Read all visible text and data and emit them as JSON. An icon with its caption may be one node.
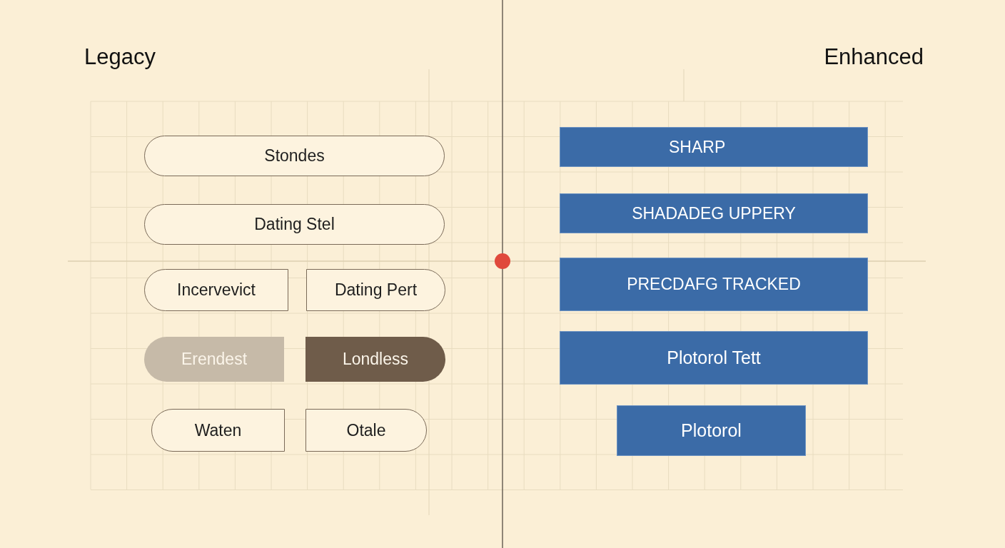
{
  "diagram": {
    "nodes": [
      {
        "text": [
          "Stondes"
        ]
      },
      {
        "text": [
          "Dating Stel"
        ]
      },
      {
        "text": [
          "Incervevict"
        ]
      },
      {
        "text": [
          "Dating Pert"
        ]
      },
      {
        "text": [
          "Erendest"
        ]
      },
      {
        "text": [
          "Londless"
        ]
      },
      {
        "text": [
          "Waten"
        ]
      },
      {
        "text": [
          "Otale"
        ]
      },
      {
        "text": [
          "SHARP"
        ]
      },
      {
        "text": [
          "SHADADEG UPPERY"
        ]
      },
      {
        "text": [
          "PRECDAFG TRACKED"
        ]
      },
      {
        "text": [
          "Plotorol Tett"
        ]
      },
      {
        "text": [
          "Plotorol"
        ]
      }
    ],
    "labels": [
      "Legacy",
      "Enhanced"
    ]
  }
}
